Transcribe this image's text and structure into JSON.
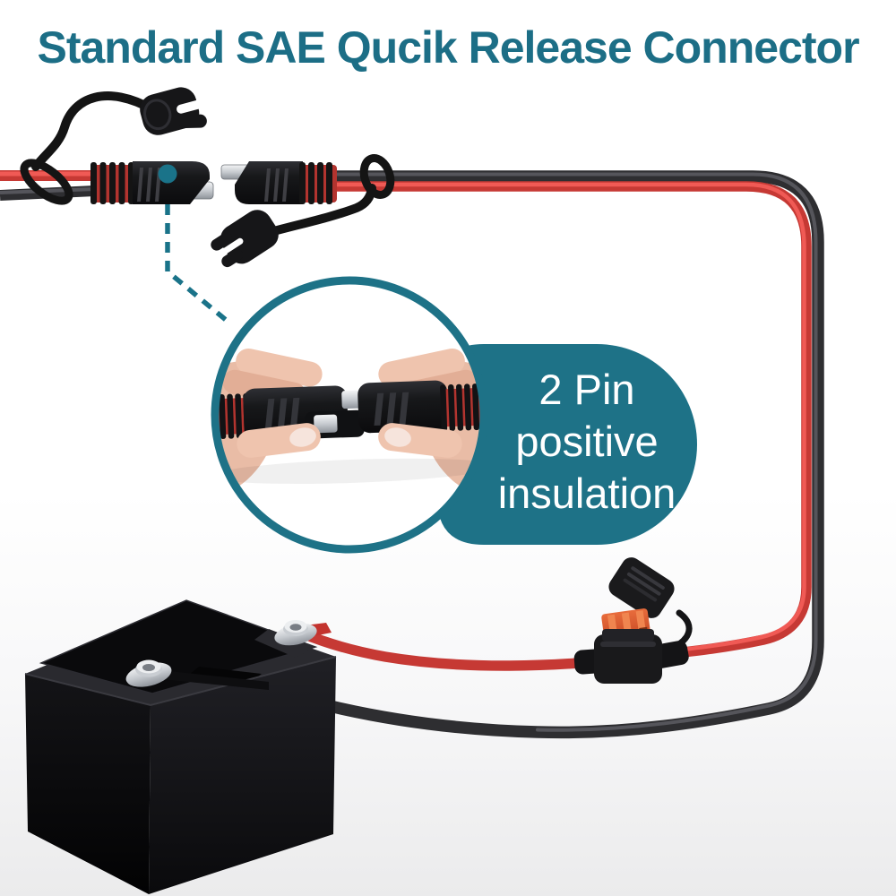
{
  "title": {
    "text": "Standard SAE Qucik Release Connector"
  },
  "callout": {
    "text": "2 Pin\npositive\ninsulation"
  },
  "colors": {
    "accent_teal": "#1E7287",
    "title_teal": "#1C6E86",
    "wire_positive_red": "#E2403B",
    "wire_negative_black": "#2E2E31",
    "fuse_orange": "#D95B31",
    "connector_black": "#1A1A1C",
    "metal_silver": "#C7CBD0",
    "callout_text": "#FFFFFF"
  },
  "parts": {
    "left_connector": "sae-plug-with-dust-cap",
    "right_connector": "sae-plug-with-dust-cap",
    "inset": "hands-joining-two-sae-connectors",
    "fuse_holder": "inline-blade-fuse-holder-with-cap",
    "battery": "black-battery-with-two-terminals"
  }
}
